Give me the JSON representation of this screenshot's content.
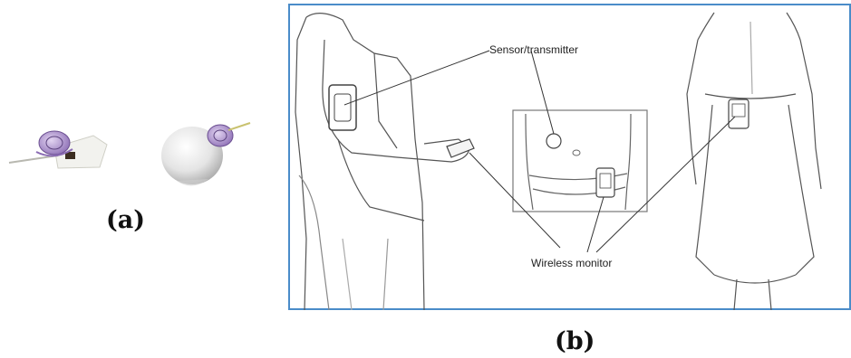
{
  "figure": {
    "panel_a": {
      "caption": "(a)"
    },
    "panel_b": {
      "caption": "(b)",
      "labels": {
        "sensor": "Sensor/transmitter",
        "monitor": "Wireless monitor"
      },
      "frame_color": "#4a8cc9"
    }
  }
}
